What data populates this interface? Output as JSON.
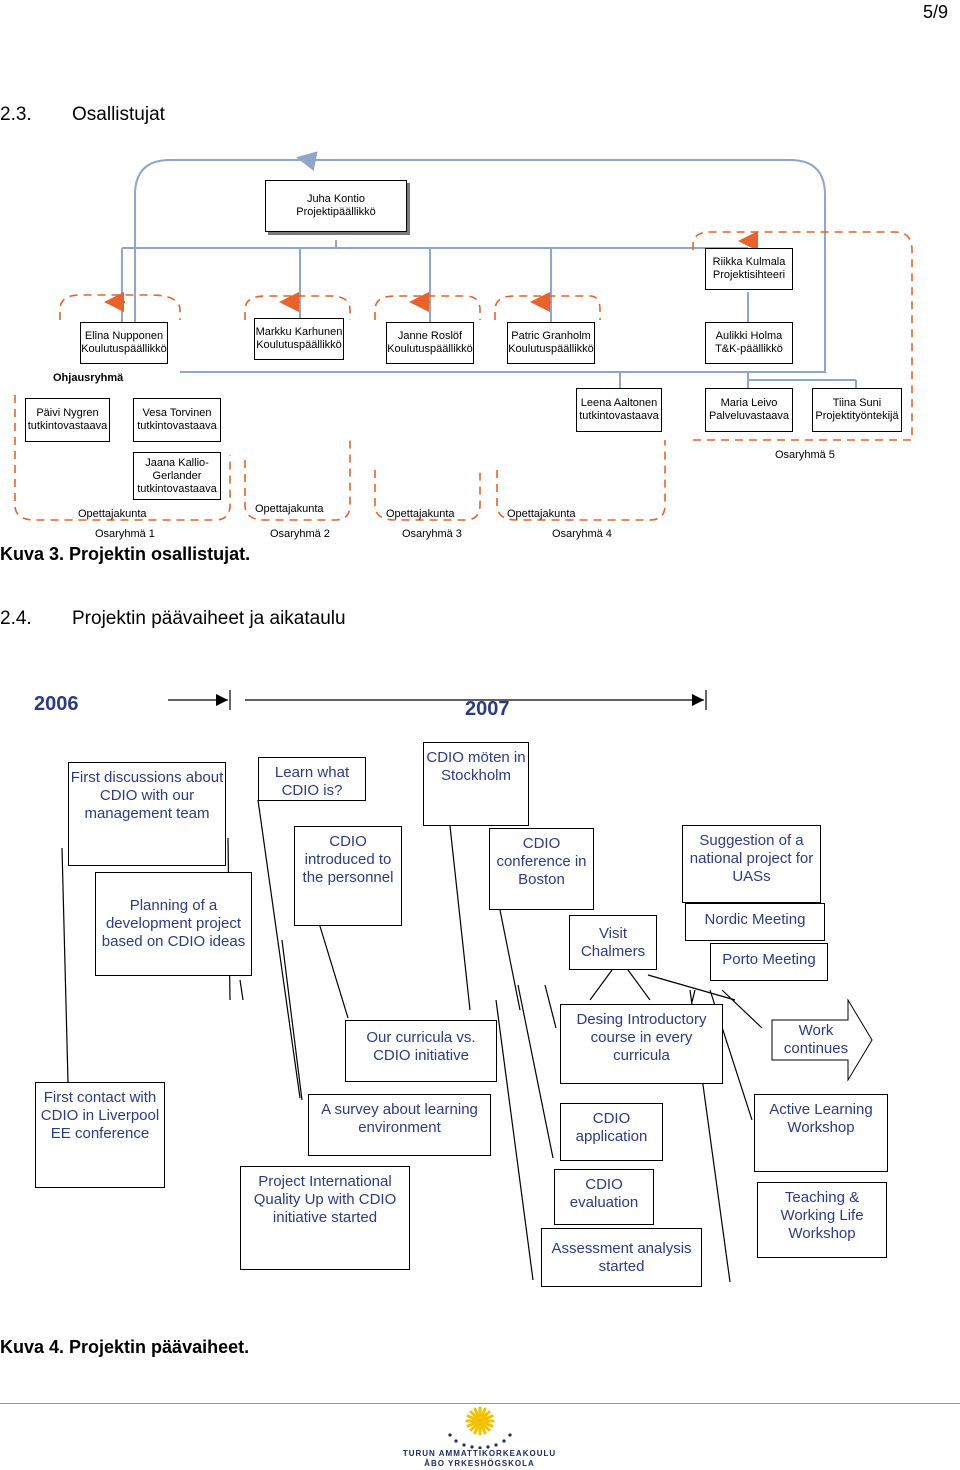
{
  "page_number": "5/9",
  "section_23": {
    "number": "2.3.",
    "title": "Osallistujat"
  },
  "orgchart": {
    "juha": {
      "name": "Juha Kontio",
      "role": "Projektipäällikkö"
    },
    "riikka": {
      "name": "Riikka Kulmala",
      "role": "Projektisihteeri"
    },
    "elina": {
      "name": "Elina Nupponen",
      "role": "Koulutuspäällikkö"
    },
    "markku": {
      "name": "Markku Karhunen",
      "role": "Koulutuspäällikkö"
    },
    "janne": {
      "name": "Janne Roslöf",
      "role": "Koulutuspäällikkö"
    },
    "patric": {
      "name": "Patric Granholm",
      "role": "Koulutuspäällikkö"
    },
    "aulikki": {
      "name": "Aulikki Holma",
      "role": "T&K-päällikkö"
    },
    "ohjausryhma": "Ohjausryhmä",
    "paivi": {
      "name": "Päivi Nygren",
      "role": "tutkintovastaava"
    },
    "vesa": {
      "name": "Vesa Torvinen",
      "role": "tutkintovastaava"
    },
    "leena": {
      "name": "Leena Aaltonen",
      "role": "tutkintovastaava"
    },
    "maria": {
      "name": "Maria Leivo",
      "role": "Palveluvastaava"
    },
    "tiina": {
      "name": "Tiina Suni",
      "role": "Projektityöntekijä"
    },
    "jaana": {
      "name1": "Jaana Kallio-",
      "name2": "Gerlander",
      "role": "tutkintovastaava"
    },
    "osaryhma5": "Osaryhmä 5",
    "opettajakunta_1": "Opettajakunta",
    "opettajakunta_2": "Opettajakunta",
    "opettajakunta_3": "Opettajakunta",
    "opettajakunta_4": "Opettajakunta",
    "osaryhma1": "Osaryhmä 1",
    "osaryhma2": "Osaryhmä 2",
    "osaryhma3": "Osaryhmä 3",
    "osaryhma4": "Osaryhmä 4"
  },
  "caption_3": "Kuva 3. Projektin osallistujat.",
  "section_24": {
    "number": "2.4.",
    "title": "Projektin päävaiheet ja aikataulu"
  },
  "timeline": {
    "year1": "2006",
    "year2": "2007",
    "items": {
      "first_discussions": "First discussions about CDIO with our management team",
      "learn_what": "Learn what CDIO is?",
      "cdio_moten": "CDIO möten in Stockholm",
      "planning": "Planning of a development project based on CDIO ideas",
      "cdio_introduced": "CDIO introduced to the personnel",
      "cdio_conference": "CDIO conference in Boston",
      "suggestion": "Suggestion of a national project for UASs",
      "visit": "Visit Chalmers",
      "nordic": "Nordic Meeting",
      "porto": "Porto Meeting",
      "our_curricula": "Our curricula vs. CDIO initiative",
      "desing": "Desing Introductory course in every curricula",
      "work_continues": "Work continues",
      "first_contact": "First contact with CDIO in Liverpool EE conference",
      "survey": "A survey about learning environment",
      "cdio_application": "CDIO application",
      "active_learning": "Active Learning Workshop",
      "project_international": "Project International Quality Up with CDIO initiative started",
      "cdio_evaluation": "CDIO evaluation",
      "assessment": "Assessment analysis started",
      "teaching": "Teaching & Working Life Workshop"
    }
  },
  "caption_4": "Kuva 4. Projektin päävaiheet.",
  "logo": {
    "line1": "TURUN AMMATTIKORKEAKOULU",
    "line2": "ÅBO YRKESHÖGSKOLA",
    "star_color": "#f2c200",
    "dot_color": "#1e2a6a"
  },
  "colors": {
    "org_connector": "#8fa5cc",
    "dashed_orange": "#e8622a",
    "timeline_text": "#2b3a8c"
  }
}
